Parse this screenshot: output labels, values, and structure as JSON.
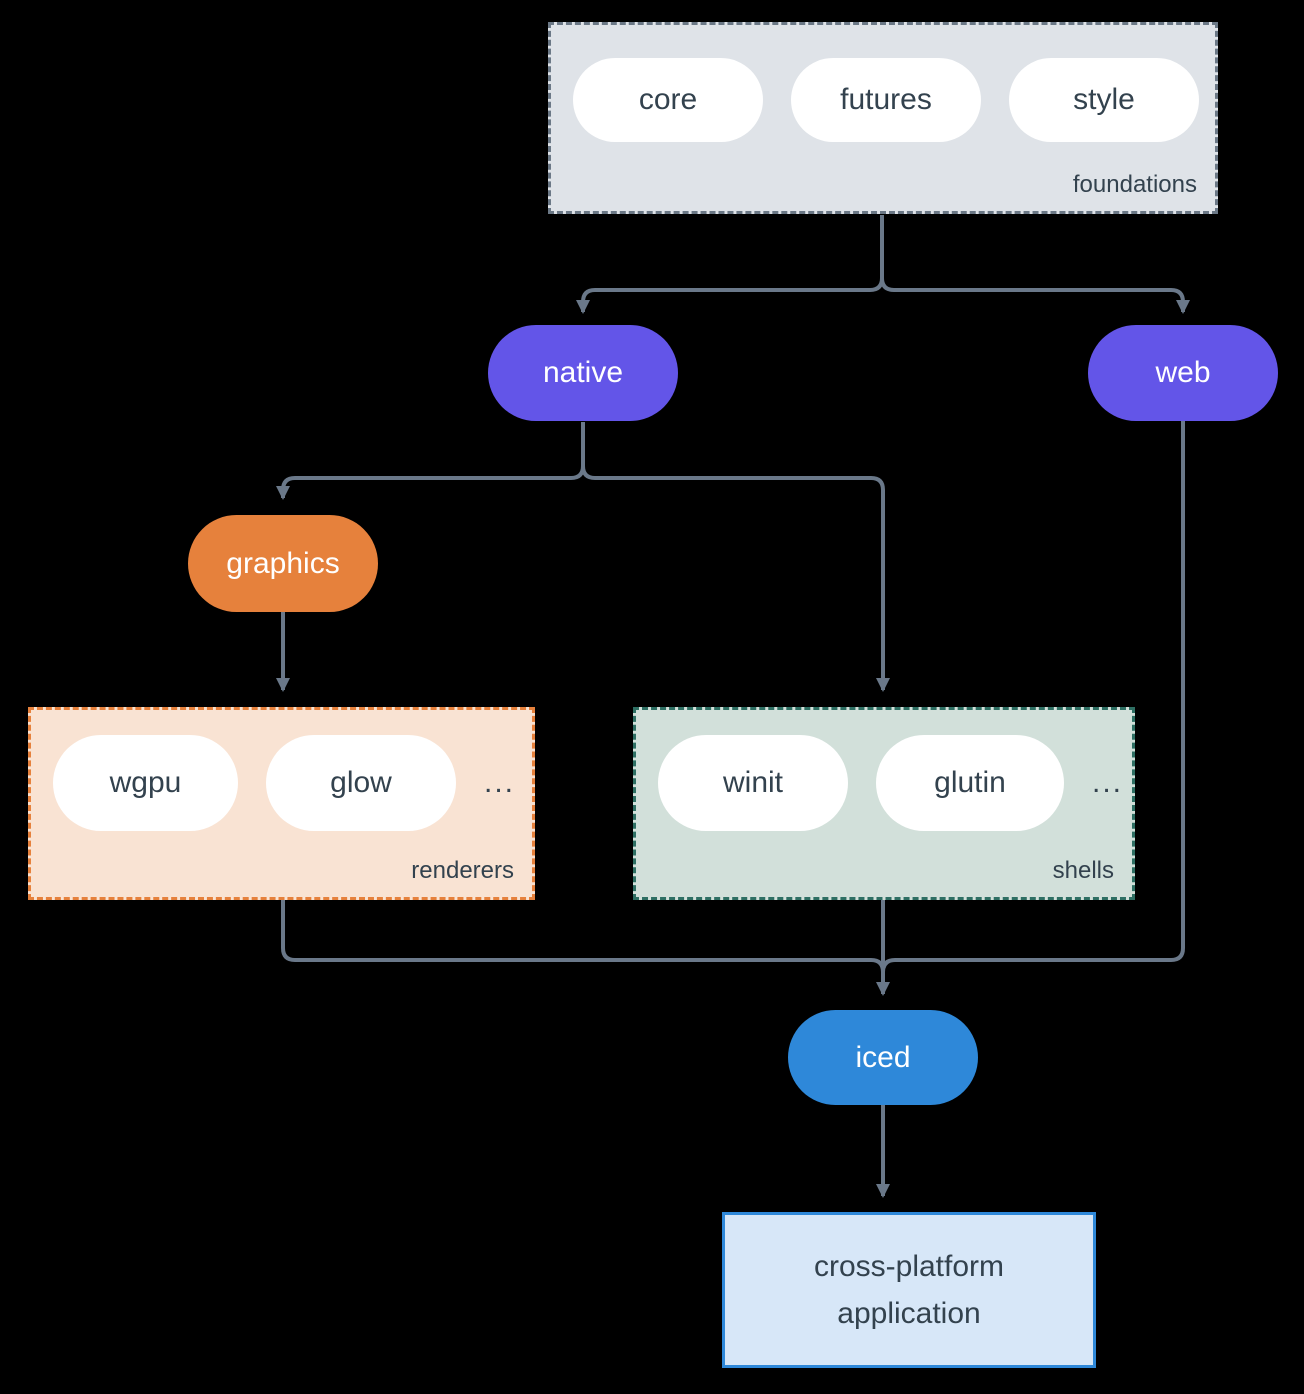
{
  "colors": {
    "background": "#000000",
    "connector": "#6a7889",
    "purple_node": "#6355e8",
    "orange_node": "#e6813c",
    "blue_node": "#2e88d9",
    "foundations_fill": "#dfe3e8",
    "foundations_border": "#6b7886",
    "renderers_fill": "#f9e3d3",
    "renderers_border": "#e6813c",
    "shells_fill": "#d2e0da",
    "shells_border": "#2e6f63",
    "application_fill": "#d7e7f8",
    "application_border": "#2e88d9",
    "dark_text": "#33424e"
  },
  "foundations": {
    "label": "foundations",
    "items": [
      "core",
      "futures",
      "style"
    ]
  },
  "nodes": {
    "native": "native",
    "web": "web",
    "graphics": "graphics",
    "iced": "iced"
  },
  "renderers": {
    "label": "renderers",
    "items": [
      "wgpu",
      "glow"
    ],
    "more": "..."
  },
  "shells": {
    "label": "shells",
    "items": [
      "winit",
      "glutin"
    ],
    "more": "..."
  },
  "application": {
    "label": "cross-platform application"
  }
}
